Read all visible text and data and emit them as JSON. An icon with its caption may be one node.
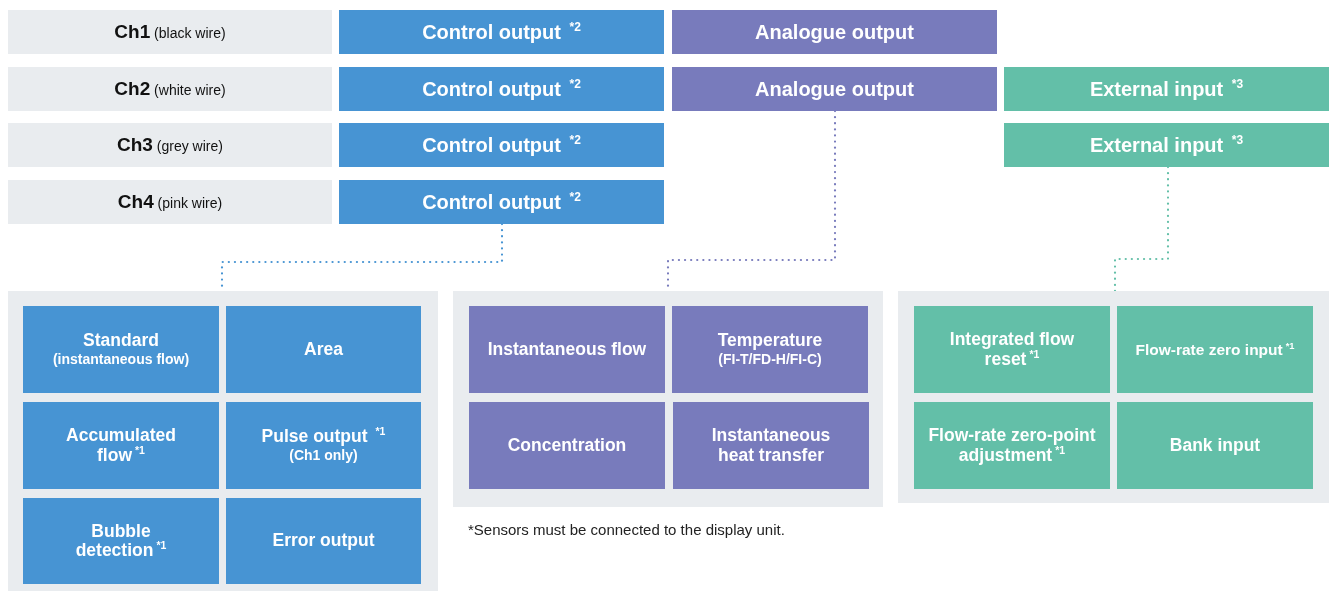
{
  "diagram": {
    "nodes": [
      {
        "text": [
          "**Ch1** (black wire)"
        ]
      },
      {
        "text": [
          "Control output $^{*2}$"
        ]
      },
      {
        "text": [
          "Analogue output"
        ]
      },
      {
        "text": [
          "**Ch2** (white wire)"
        ]
      },
      {
        "text": [
          "Control output $^{*2}$"
        ]
      },
      {
        "text": [
          "Analogue output"
        ]
      },
      {
        "text": [
          "External input $^{*3}$"
        ]
      },
      {
        "text": [
          "**Ch3** (grey wire)"
        ]
      },
      {
        "text": [
          "Control output $^{*2}$"
        ]
      },
      {
        "text": [
          "External input $^{*3}$"
        ]
      },
      {
        "text": [
          "**Ch4** (pink wire)"
        ]
      },
      {
        "text": [
          "Control output $^{*2}$"
        ]
      },
      {
        "text": [],
        "shape": "box"
      },
      {
        "text": [
          "Standard",
          "(instantaneous flow)"
        ],
        "in": 12
      },
      {
        "text": [
          "Area"
        ],
        "in": 12
      },
      {
        "text": [
          "Accumulated flow$^{*1}$"
        ],
        "in": 12
      },
      {
        "text": [
          "Pulse output $^{*1}$",
          "(Ch1 only)"
        ],
        "in": 12
      },
      {
        "text": [
          "Bubble detection$^{*1}$"
        ],
        "in": 12
      },
      {
        "text": [
          "Error output"
        ],
        "in": 12
      },
      {
        "text": [],
        "shape": "box"
      },
      {
        "text": [
          "Instantaneous flow"
        ],
        "in": 19
      },
      {
        "text": [
          "Temperature",
          "(FI-T/FD-H/FI-C)"
        ],
        "in": 19
      },
      {
        "text": [
          "Concentration"
        ],
        "in": 19
      },
      {
        "text": [
          "Instantaneous heat transfer"
        ],
        "in": 19
      },
      {
        "text": [],
        "shape": "box"
      },
      {
        "text": [
          "Integrated flow reset$^{*1}$"
        ],
        "in": 24
      },
      {
        "text": [
          "Flow-rate zero input$^{*1}$"
        ],
        "in": 24
      },
      {
        "text": [
          "Flow-rate zero-point adjustment$^{*1}$"
        ],
        "in": 24
      },
      {
        "text": [
          "Bank input"
        ],
        "in": 24
      }
    ],
    "edges": [
      {
        "from": 11,
        "to": 12,
        "arrow": "none",
        "style": "dashed",
        "color": "#4794d3"
      },
      {
        "from": 5,
        "to": 19,
        "arrow": "none",
        "style": "dashed",
        "color": "#787bbc"
      },
      {
        "from": 9,
        "to": 24,
        "arrow": "none",
        "style": "dashed",
        "color": "#63bfa8"
      }
    ],
    "labels": [
      "*Sensors must be connected to the display unit."
    ]
  }
}
